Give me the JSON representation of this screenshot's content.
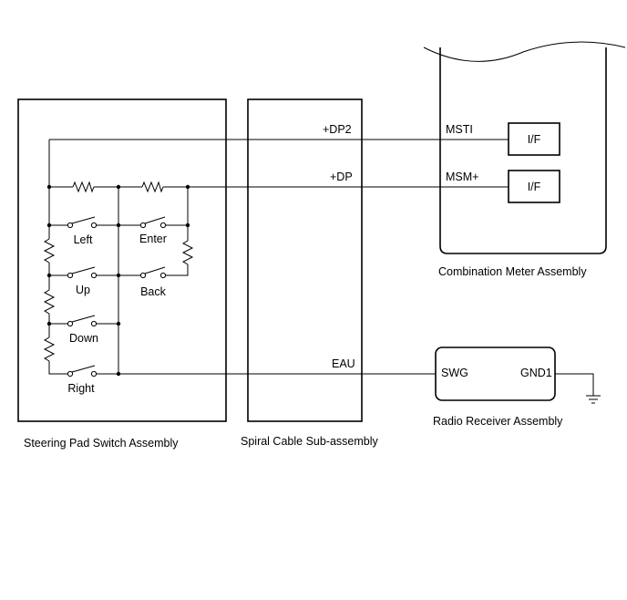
{
  "assemblies": {
    "steering_pad": "Steering Pad Switch Assembly",
    "spiral_cable": "Spiral Cable Sub-assembly",
    "combination_meter": "Combination Meter Assembly",
    "radio_receiver": "Radio Receiver Assembly"
  },
  "wires": {
    "dp2": "+DP2",
    "dp": "+DP",
    "eau": "EAU"
  },
  "meter_terminals": {
    "msti": "MSTI",
    "msm": "MSM+",
    "if_top": "I/F",
    "if_bottom": "I/F"
  },
  "radio_terminals": {
    "swg": "SWG",
    "gnd1": "GND1"
  },
  "switches": {
    "left": "Left",
    "enter": "Enter",
    "up": "Up",
    "back": "Back",
    "down": "Down",
    "right": "Right"
  }
}
